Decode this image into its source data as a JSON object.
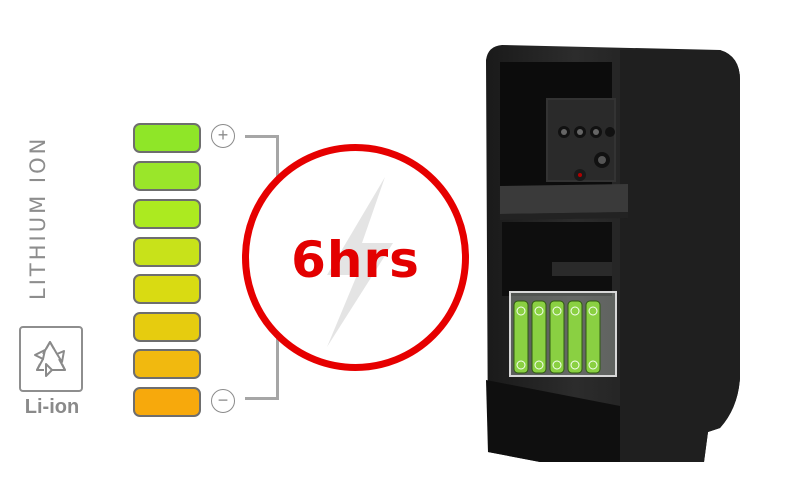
{
  "vertical_label": "LITHIUM ION",
  "recycle": {
    "label": "Li-ion",
    "icon": "recycle-icon"
  },
  "battery_meter": {
    "plus_symbol": "+",
    "minus_symbol": "−",
    "cell_colors": [
      "#8fe628",
      "#9ae62a",
      "#acea20",
      "#c8e21a",
      "#d9db12",
      "#e6cc0f",
      "#f1b90f",
      "#f7a90c"
    ]
  },
  "runtime": {
    "text": "6hrs",
    "accent_color": "#e60000"
  },
  "speaker": {
    "icon": "speaker-with-battery-pack"
  }
}
